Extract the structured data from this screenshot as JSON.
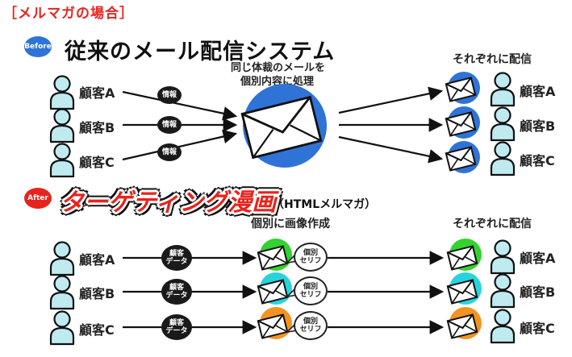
{
  "header": {
    "title": "［メルマガの場合］"
  },
  "before": {
    "badge": "Before",
    "title": "従来のメール配信システム",
    "center_caption_line1": "同じ体裁のメールを",
    "center_caption_line2": "個別内容に処理",
    "right_caption": "それぞれに配信",
    "info_label": "情報",
    "customers": [
      "顧客A",
      "顧客B",
      "顧客C"
    ]
  },
  "after": {
    "badge": "After",
    "title": "ターゲティング漫画",
    "subtitle": "（HTMLメルマガ）",
    "center_caption": "個別に画像作成",
    "right_caption": "それぞれに配信",
    "data_label_line1": "顧客",
    "data_label_line2": "データ",
    "speech_line1": "個別",
    "speech_line2": "セリフ",
    "customers": [
      "顧客A",
      "顧客B",
      "顧客C"
    ]
  },
  "colors": {
    "accent_red": "#e8231d",
    "badge_blue": "#2f73d6",
    "person_fill": "#bfeaf0",
    "envelope_blue": "#2f73d6",
    "green": "#33d22f",
    "cyan": "#29d3de",
    "orange": "#f29322"
  }
}
